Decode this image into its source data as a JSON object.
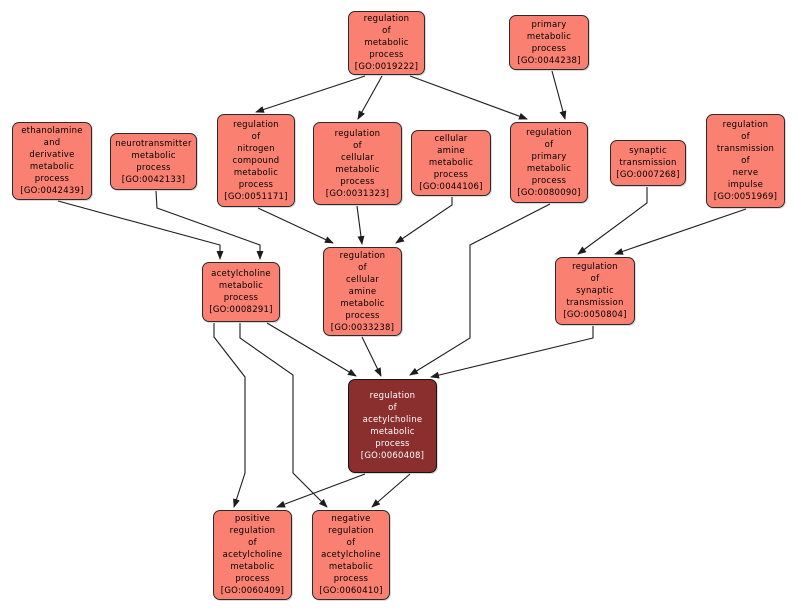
{
  "graph": {
    "focus_node": "GO:0060408",
    "colors": {
      "node_fill": "#fa8072",
      "node_border": "#2b2b2b",
      "node_text": "#000000",
      "focus_fill": "#8b2e2e",
      "focus_text": "#ffffff",
      "edge": "#1d1d1d",
      "background": "#ffffff"
    },
    "nodes": {
      "go_0019222": {
        "id": "GO:0019222",
        "label": "regulation of metabolic process",
        "lines": [
          "regulation",
          "of",
          "metabolic",
          "process",
          "[GO:0019222]"
        ]
      },
      "go_0044238": {
        "id": "GO:0044238",
        "label": "primary metabolic process",
        "lines": [
          "primary",
          "metabolic",
          "process",
          "[GO:0044238]"
        ]
      },
      "go_0042439": {
        "id": "GO:0042439",
        "label": "ethanolamine and derivative metabolic process",
        "lines": [
          "ethanolamine",
          "and",
          "derivative",
          "metabolic",
          "process",
          "[GO:0042439]"
        ]
      },
      "go_0042133": {
        "id": "GO:0042133",
        "label": "neurotransmitter metabolic process",
        "lines": [
          "neurotransmitter",
          "metabolic",
          "process",
          "[GO:0042133]"
        ]
      },
      "go_0051171": {
        "id": "GO:0051171",
        "label": "regulation of nitrogen compound metabolic process",
        "lines": [
          "regulation",
          "of",
          "nitrogen",
          "compound",
          "metabolic",
          "process",
          "[GO:0051171]"
        ]
      },
      "go_0031323": {
        "id": "GO:0031323",
        "label": "regulation of cellular metabolic process",
        "lines": [
          "regulation",
          "of",
          "cellular",
          "metabolic",
          "process",
          "[GO:0031323]"
        ]
      },
      "go_0044106": {
        "id": "GO:0044106",
        "label": "cellular amine metabolic process",
        "lines": [
          "cellular",
          "amine",
          "metabolic",
          "process",
          "[GO:0044106]"
        ]
      },
      "go_0080090": {
        "id": "GO:0080090",
        "label": "regulation of primary metabolic process",
        "lines": [
          "regulation",
          "of",
          "primary",
          "metabolic",
          "process",
          "[GO:0080090]"
        ]
      },
      "go_0007268": {
        "id": "GO:0007268",
        "label": "synaptic transmission",
        "lines": [
          "synaptic",
          "transmission",
          "[GO:0007268]"
        ]
      },
      "go_0051969": {
        "id": "GO:0051969",
        "label": "regulation of transmission of nerve impulse",
        "lines": [
          "regulation",
          "of",
          "transmission",
          "of",
          "nerve",
          "impulse",
          "[GO:0051969]"
        ]
      },
      "go_0008291": {
        "id": "GO:0008291",
        "label": "acetylcholine metabolic process",
        "lines": [
          "acetylcholine",
          "metabolic",
          "process",
          "[GO:0008291]"
        ]
      },
      "go_0033238": {
        "id": "GO:0033238",
        "label": "regulation of cellular amine metabolic process",
        "lines": [
          "regulation",
          "of",
          "cellular",
          "amine",
          "metabolic",
          "process",
          "[GO:0033238]"
        ]
      },
      "go_0050804": {
        "id": "GO:0050804",
        "label": "regulation of synaptic transmission",
        "lines": [
          "regulation",
          "of",
          "synaptic",
          "transmission",
          "[GO:0050804]"
        ]
      },
      "go_0060408": {
        "id": "GO:0060408",
        "label": "regulation of acetylcholine metabolic process",
        "lines": [
          "regulation",
          "of",
          "acetylcholine",
          "metabolic",
          "process",
          "[GO:0060408]"
        ]
      },
      "go_0060409": {
        "id": "GO:0060409",
        "label": "positive regulation of acetylcholine metabolic process",
        "lines": [
          "positive",
          "regulation",
          "of",
          "acetylcholine",
          "metabolic",
          "process",
          "[GO:0060409]"
        ]
      },
      "go_0060410": {
        "id": "GO:0060410",
        "label": "negative regulation of acetylcholine metabolic process",
        "lines": [
          "negative",
          "regulation",
          "of",
          "acetylcholine",
          "metabolic",
          "process",
          "[GO:0060410]"
        ]
      }
    },
    "edges": [
      {
        "from": "GO:0019222",
        "to": "GO:0051171"
      },
      {
        "from": "GO:0019222",
        "to": "GO:0031323"
      },
      {
        "from": "GO:0019222",
        "to": "GO:0080090"
      },
      {
        "from": "GO:0044238",
        "to": "GO:0080090"
      },
      {
        "from": "GO:0042439",
        "to": "GO:0008291"
      },
      {
        "from": "GO:0042133",
        "to": "GO:0008291"
      },
      {
        "from": "GO:0051171",
        "to": "GO:0033238"
      },
      {
        "from": "GO:0031323",
        "to": "GO:0033238"
      },
      {
        "from": "GO:0044106",
        "to": "GO:0033238"
      },
      {
        "from": "GO:0007268",
        "to": "GO:0050804"
      },
      {
        "from": "GO:0051969",
        "to": "GO:0050804"
      },
      {
        "from": "GO:0008291",
        "to": "GO:0060408"
      },
      {
        "from": "GO:0033238",
        "to": "GO:0060408"
      },
      {
        "from": "GO:0080090",
        "to": "GO:0060408"
      },
      {
        "from": "GO:0050804",
        "to": "GO:0060408"
      },
      {
        "from": "GO:0008291",
        "to": "GO:0060409"
      },
      {
        "from": "GO:0008291",
        "to": "GO:0060410"
      },
      {
        "from": "GO:0060408",
        "to": "GO:0060409"
      },
      {
        "from": "GO:0060408",
        "to": "GO:0060410"
      }
    ]
  }
}
